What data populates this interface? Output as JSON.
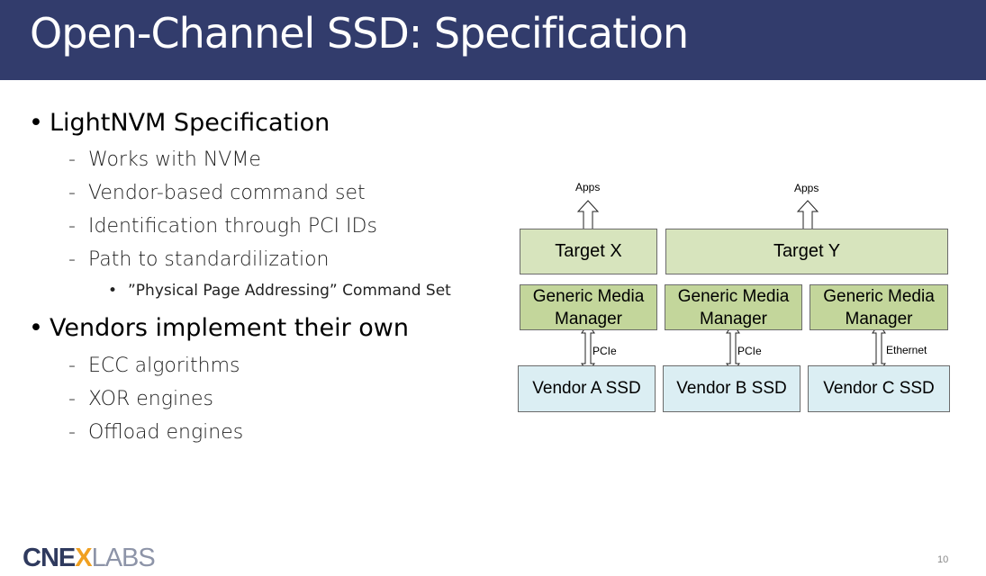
{
  "slide": {
    "title": "Open-Channel SSD: Specification",
    "page_number": "10"
  },
  "bullets": {
    "lightnvm": {
      "label": "LightNVM Specification",
      "items": [
        "Works with NVMe",
        "Vendor-based command set",
        "Identification through PCI IDs",
        "Path to standardilization"
      ],
      "subitem": "”Physical Page Addressing” Command Set"
    },
    "vendors": {
      "label": "Vendors implement their own",
      "items": [
        "ECC algorithms",
        "XOR engines",
        "Offload engines"
      ]
    }
  },
  "diagram": {
    "apps_left": "Apps",
    "apps_right": "Apps",
    "target_x": "Target X",
    "target_y": "Target Y",
    "managers": [
      "Generic Media\nManager",
      "Generic Media\nManager",
      "Generic Media\nManager"
    ],
    "links": [
      "PCIe",
      "PCIe",
      "Ethernet"
    ],
    "vendors": [
      "Vendor A SSD",
      "Vendor B SSD",
      "Vendor C SSD"
    ]
  },
  "logo": {
    "brand_bold": "CNE",
    "brand_x": "X",
    "brand_light": "LABS"
  },
  "colors": {
    "title_bar": "#323c6c",
    "target_fill": "#d7e4bd",
    "manager_fill": "#c3d69b",
    "vendor_fill": "#dbeef3"
  }
}
